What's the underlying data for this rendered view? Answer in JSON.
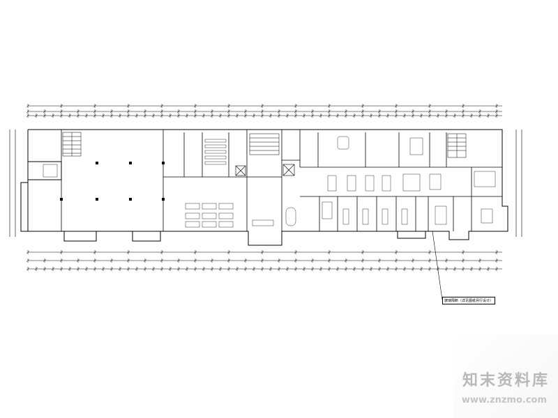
{
  "drawing": {
    "type": "architectural floor plan",
    "line_color": "#000000",
    "background_color": "#ffffff"
  },
  "callout": {
    "label": "玻璃隔断（详见图纸另行设计）"
  },
  "watermark": {
    "title": "知末资料库",
    "url": "www.znzmo.com",
    "color": "#b8b8b8"
  }
}
